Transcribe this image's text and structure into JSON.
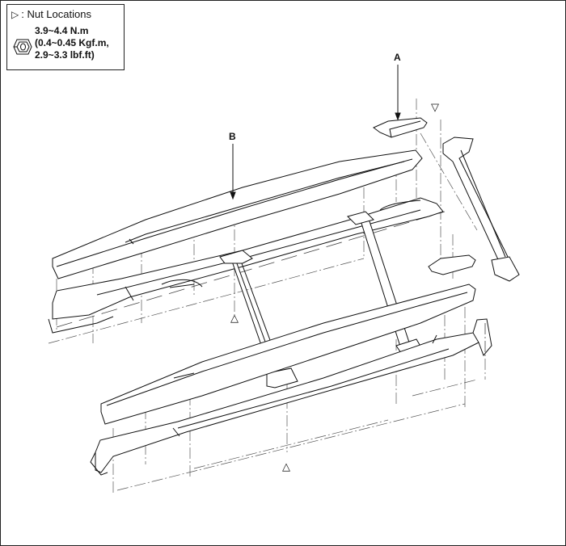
{
  "legend": {
    "title_marker": "▷",
    "title": ": Nut Locations",
    "torque_lines": [
      "3.9~4.4 N.m",
      "(0.4~0.45 Kgf.m,",
      "2.9~3.3 lbf.ft)"
    ]
  },
  "callouts": {
    "a": "A",
    "b": "B"
  },
  "nut_markers": {
    "top_right": "▽",
    "middle": "△",
    "bottom": "△"
  },
  "colors": {
    "line": "#111111",
    "dash": "#444444",
    "fill": "#ffffff"
  }
}
